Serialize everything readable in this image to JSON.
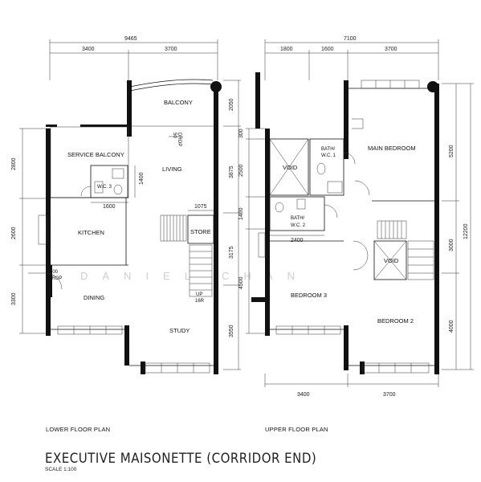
{
  "lower": {
    "label": "LOWER FLOOR PLAN",
    "dims_top": {
      "total": "9465",
      "a": "3400",
      "b": "3700"
    },
    "dims_left": [
      "2800",
      "2600",
      "3300"
    ],
    "dims_right": [
      "2050",
      "3875",
      "3175",
      "3550"
    ],
    "dims_inner": {
      "wc3_w": "1600",
      "wc3_h": "1400",
      "store_w": "1075"
    },
    "rooms": {
      "balcony": "BALCONY",
      "service_balcony": "SERVICE BALCONY",
      "living": "LIVING",
      "wc3": "W.C. 3",
      "kitchen": "KITCHEN",
      "store": "STORE",
      "dining": "DINING",
      "study": "STUDY"
    },
    "notes": {
      "drop50a": "50",
      "drop50b": "DROP",
      "drop100a": "100",
      "drop100b": "DROP",
      "up": "UP",
      "risers": "16R"
    }
  },
  "upper": {
    "label": "UPPER FLOOR PLAN",
    "dims_top": {
      "total": "7100",
      "a": "1800",
      "b": "1600",
      "c": "3700"
    },
    "dims_bottom": {
      "a": "3400",
      "b": "3700"
    },
    "dims_left": [
      "300",
      "2500",
      "1400",
      "4500"
    ],
    "dims_right": {
      "a": "5200",
      "b": "3000",
      "c": "4000",
      "total": "12200"
    },
    "dims_inner": {
      "bath2_w": "2400"
    },
    "rooms": {
      "void1": "VOID",
      "bath1a": "BATH/",
      "bath1b": "W.C. 1",
      "main_bedroom": "MAIN BEDROOM",
      "bath2a": "BATH/",
      "bath2b": "W.C. 2",
      "void2": "VOID",
      "bedroom3": "BEDROOM 3",
      "bedroom2": "BEDROOM 2"
    }
  },
  "watermark": "DANIEL CHAN",
  "title": "EXECUTIVE MAISONETTE (CORRIDOR END)",
  "scale": "SCALE   1:100"
}
